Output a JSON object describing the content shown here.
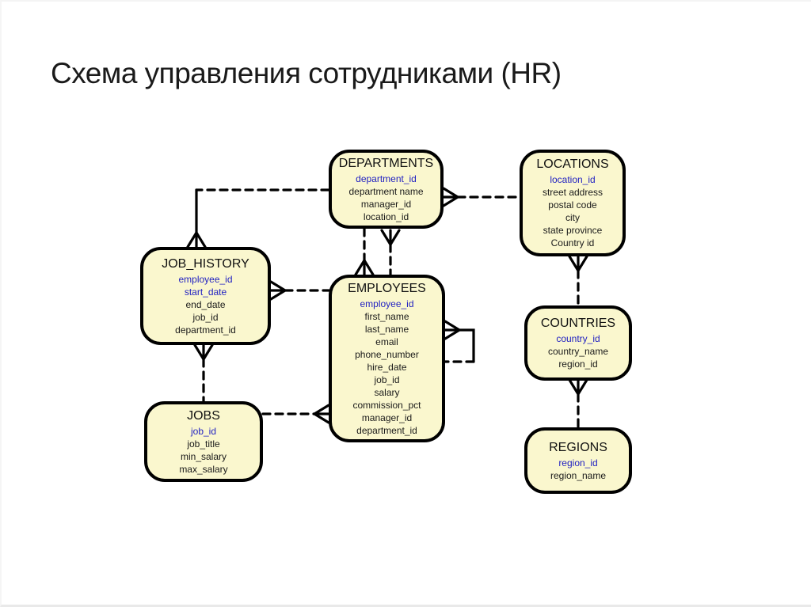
{
  "page": {
    "title": "Схема управления сотрудниками (HR)"
  },
  "colors": {
    "entity_fill": "#FAF7CE",
    "entity_border": "#000000",
    "pk_text": "#2222C2",
    "field_text": "#1A1A1A",
    "title_text": "#1A1A1A",
    "connector": "#000000"
  },
  "entities": [
    {
      "name": "DEPARTMENTS",
      "fields": [
        {
          "name": "department_id",
          "pk": true
        },
        {
          "name": "department name",
          "pk": false
        },
        {
          "name": "manager_id",
          "pk": false
        },
        {
          "name": "location_id",
          "pk": false
        }
      ]
    },
    {
      "name": "LOCATIONS",
      "fields": [
        {
          "name": "location_id",
          "pk": true
        },
        {
          "name": "street address",
          "pk": false
        },
        {
          "name": "postal code",
          "pk": false
        },
        {
          "name": "city",
          "pk": false
        },
        {
          "name": "state province",
          "pk": false
        },
        {
          "name": "Country id",
          "pk": false
        }
      ]
    },
    {
      "name": "JOB_HISTORY",
      "fields": [
        {
          "name": "employee_id",
          "pk": true
        },
        {
          "name": "start_date",
          "pk": true
        },
        {
          "name": "end_date",
          "pk": false
        },
        {
          "name": "job_id",
          "pk": false
        },
        {
          "name": "department_id",
          "pk": false
        }
      ]
    },
    {
      "name": "EMPLOYEES",
      "fields": [
        {
          "name": "employee_id",
          "pk": true
        },
        {
          "name": "first_name",
          "pk": false
        },
        {
          "name": "last_name",
          "pk": false
        },
        {
          "name": "email",
          "pk": false
        },
        {
          "name": "phone_number",
          "pk": false
        },
        {
          "name": "hire_date",
          "pk": false
        },
        {
          "name": "job_id",
          "pk": false
        },
        {
          "name": "salary",
          "pk": false
        },
        {
          "name": "commission_pct",
          "pk": false
        },
        {
          "name": "manager_id",
          "pk": false
        },
        {
          "name": "department_id",
          "pk": false
        }
      ]
    },
    {
      "name": "COUNTRIES",
      "fields": [
        {
          "name": "country_id",
          "pk": true
        },
        {
          "name": "country_name",
          "pk": false
        },
        {
          "name": "region_id",
          "pk": false
        }
      ]
    },
    {
      "name": "JOBS",
      "fields": [
        {
          "name": "job_id",
          "pk": true
        },
        {
          "name": "job_title",
          "pk": false
        },
        {
          "name": "min_salary",
          "pk": false
        },
        {
          "name": "max_salary",
          "pk": false
        }
      ]
    },
    {
      "name": "REGIONS",
      "fields": [
        {
          "name": "region_id",
          "pk": true
        },
        {
          "name": "region_name",
          "pk": false
        }
      ]
    }
  ],
  "relationships": [
    {
      "from": "LOCATIONS",
      "to": "DEPARTMENTS",
      "many_end": "DEPARTMENTS",
      "style": "dashed"
    },
    {
      "from": "DEPARTMENTS",
      "to": "JOB_HISTORY",
      "many_end": "JOB_HISTORY",
      "style": "dashed"
    },
    {
      "from": "EMPLOYEES",
      "to": "JOB_HISTORY",
      "many_end": "JOB_HISTORY",
      "style": "dashed"
    },
    {
      "from": "JOBS",
      "to": "JOB_HISTORY",
      "many_end": "JOB_HISTORY",
      "style": "dashed"
    },
    {
      "from": "JOBS",
      "to": "EMPLOYEES",
      "many_end": "EMPLOYEES",
      "style": "dashed"
    },
    {
      "from": "DEPARTMENTS",
      "to": "EMPLOYEES",
      "many_end": "EMPLOYEES",
      "style": "dashed"
    },
    {
      "from": "EMPLOYEES",
      "to": "DEPARTMENTS",
      "many_end": "DEPARTMENTS",
      "style": "dashed"
    },
    {
      "from": "EMPLOYEES",
      "to": "EMPLOYEES",
      "many_end": "EMPLOYEES",
      "style": "dashed-solid-loop"
    },
    {
      "from": "COUNTRIES",
      "to": "LOCATIONS",
      "many_end": "LOCATIONS",
      "style": "dashed"
    },
    {
      "from": "REGIONS",
      "to": "COUNTRIES",
      "many_end": "COUNTRIES",
      "style": "dashed"
    }
  ]
}
